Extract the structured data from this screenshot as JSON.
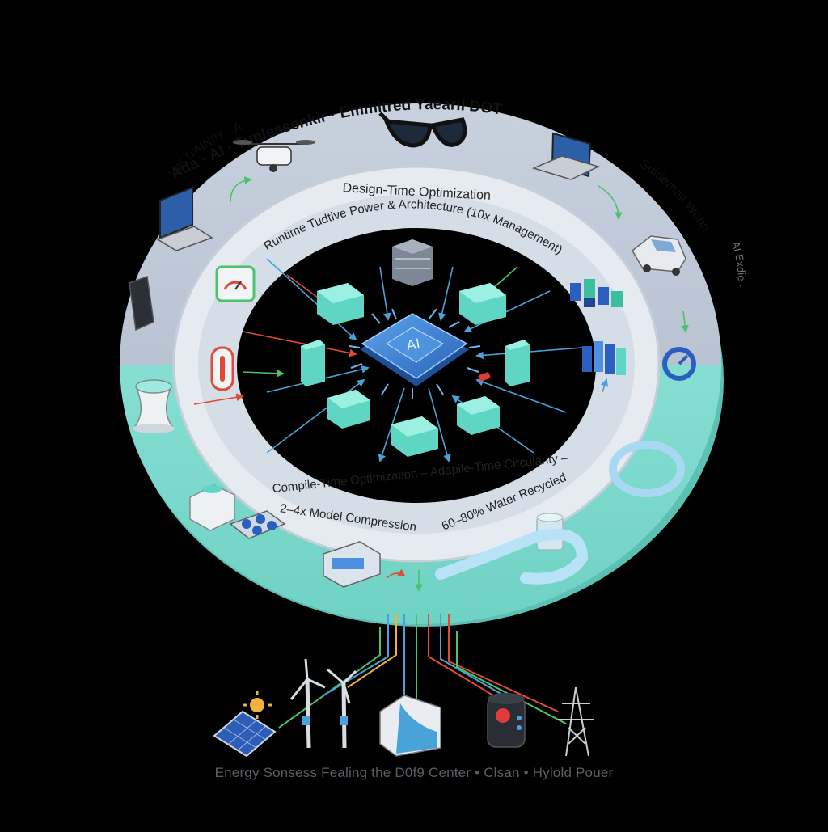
{
  "outer_ring": {
    "top_arc_text": "Ada · AI · Tunlessenkir · Emmitred Yaearil DOT",
    "left_arc_text": "Ual TrAIN!!Y · Aig",
    "right_arc_text": "Suidemail Wohn",
    "right_outer_text": "AI Exdie · Cuis"
  },
  "middle_ring": {
    "top_line1": "Design-Time Optimization",
    "top_line2": "Runtime Tudtive Power & Architecture (10x Management)",
    "bottom_line1": "Compile-Time Optimization – Adapile-Time Circularity –",
    "bottom_line2": "2–4x Model Compression",
    "bottom_line3": "60–80% Water Recycled"
  },
  "core": {
    "chip_label": "AI"
  },
  "footer": {
    "caption": "Energy Sonsess Fealing the D0f9 Center • Clsan • Hylold Pouer"
  },
  "colors": {
    "background": "#000000",
    "ring_upper": "#b9c4d4",
    "ring_lower": "#8fe3d6",
    "inner_ring": "#e6ebf1",
    "chip": "#3a7fd1",
    "module": "#5fd6c4",
    "arrow_blue": "#4aa3d8",
    "arrow_green": "#4cc36a",
    "arrow_red": "#e04a3a"
  }
}
